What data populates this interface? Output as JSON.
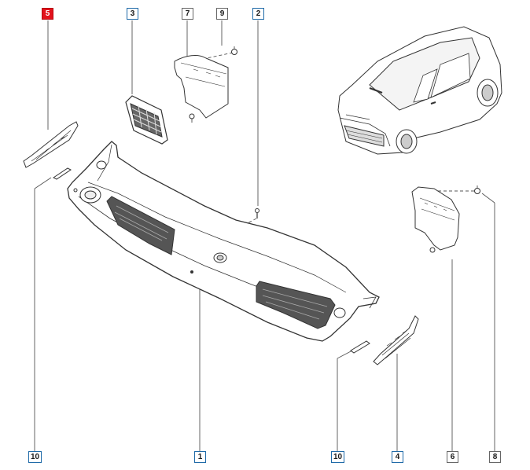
{
  "callouts": {
    "c5_top": "5",
    "c3_top": "3",
    "c7_top": "7",
    "c9_top": "9",
    "c2_top": "2",
    "c10_left": "10",
    "c1_bottom": "1",
    "c10_right": "10",
    "c4_bottom": "4",
    "c6_bottom": "6",
    "c8_bottom": "8"
  },
  "colors": {
    "highlight": "#e2121c",
    "callout_border": "#1f6aa8",
    "line": "#333333"
  }
}
